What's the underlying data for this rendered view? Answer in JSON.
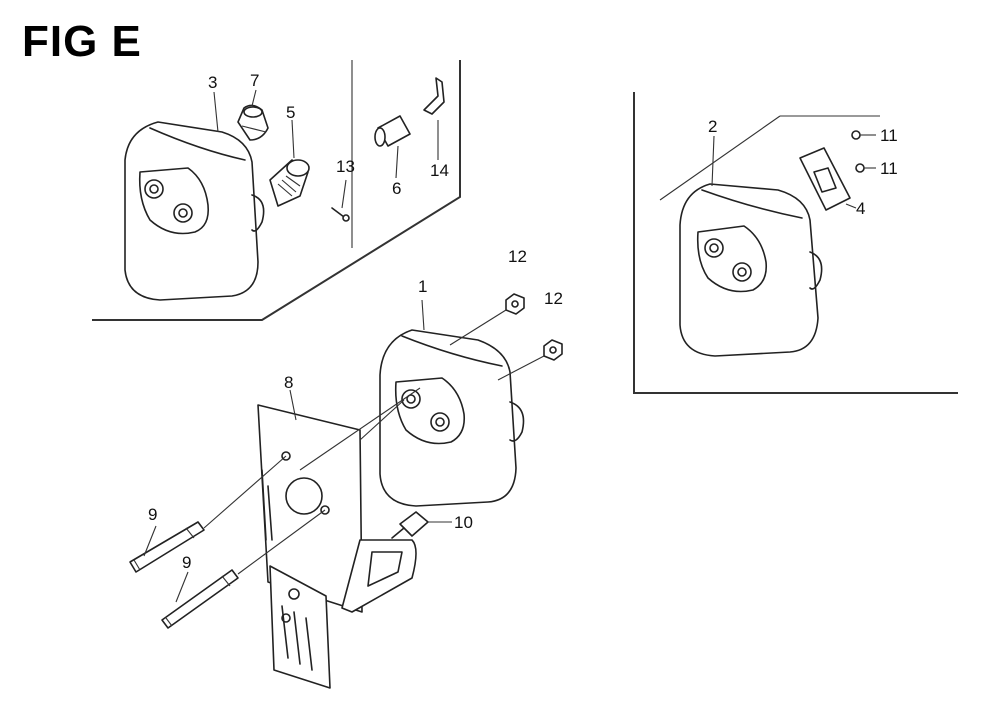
{
  "figure": {
    "title": "FIG E"
  },
  "callouts": {
    "c1": "1",
    "c2": "2",
    "c3": "3",
    "c4": "4",
    "c5": "5",
    "c6": "6",
    "c7": "7",
    "c8": "8",
    "c9a": "9",
    "c9b": "9",
    "c10": "10",
    "c11a": "11",
    "c11b": "11",
    "c12a": "12",
    "c12b": "12",
    "c13": "13",
    "c14": "14"
  }
}
